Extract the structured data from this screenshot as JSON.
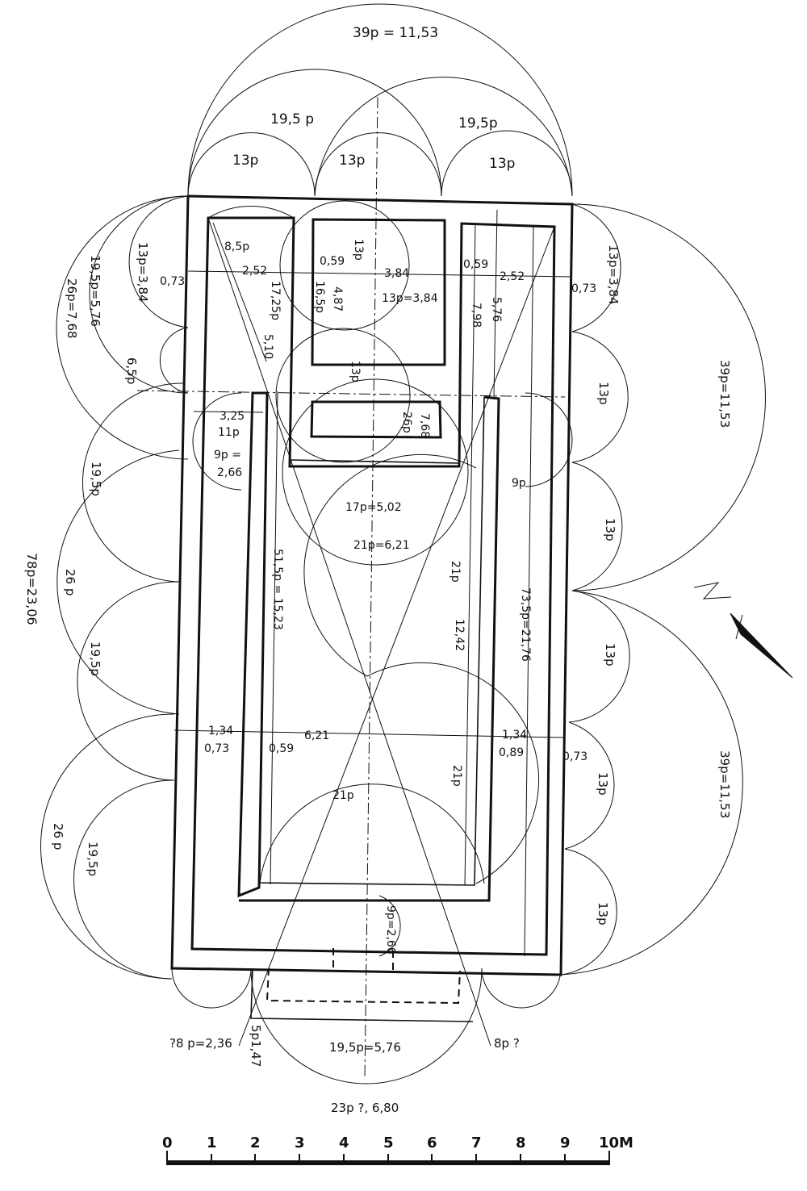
{
  "top_labels": {
    "outer_arc": "39p = 11,53",
    "left_mid_arc": "19,5 p",
    "right_mid_arc": "19,5p",
    "left_small_arc": "13p",
    "center_small_arc": "13p",
    "right_small_arc": "13p"
  },
  "left_side_labels": {
    "arc_13p": "13p=3,84",
    "arc_19_5p": "19,5p=5,76",
    "arc_26p": "26p=7,68",
    "arc_6_5p": "6,5p",
    "arc_19_5p_b": "19,5p",
    "arc_26p_b": "26 p",
    "total_length": "78p=23,06",
    "arc_19_5p_c": "19,5p",
    "arc_26p_c": "26 p",
    "arc_19_5p_d": "19,5p"
  },
  "right_side_labels": {
    "arc_13p_top": "13p=3,84",
    "arc_39p_top": "39p=11,53",
    "arc_13p_1": "13p",
    "arc_13p_2": "13p",
    "arc_13p_3": "13p",
    "arc_13p_4": "13p",
    "arc_39p_bottom": "39p=11,53",
    "arc_13p_5": "13p"
  },
  "interior_labels": {
    "arc_8_5p": "8,5p",
    "dim_2_52_left": "2,52",
    "dim_0_73_left": "0,73",
    "dim_0_59_left": "0,59",
    "dim_3_84": "3,84",
    "dim_0_59_right": "0,59",
    "dim_2_52_right": "2,52",
    "dim_0_73_right": "0,73",
    "arc_13p_room": "13p",
    "arc_13p_eq": "13p=3,84",
    "dim_17_25p": "17,25p",
    "dim_16_5p": "16,5p",
    "dim_4_87": "4,87",
    "dim_7_98": "7,98",
    "dim_5_76": "5,76",
    "dim_5_10": "5,10",
    "arc_13p_lower": "13p",
    "dim_3_25": "3,25",
    "dim_11p": "11p",
    "dim_26p": "26p",
    "dim_7_68": "7,68",
    "dim_9p_2_66": "9p =",
    "dim_2_66": "2,66",
    "arc_9p_right": "9p",
    "arc_17p": "17p=5,02",
    "arc_21p_eq": "21p=6,21",
    "dim_51_5p": "51,5p = 15,23",
    "arc_21p_right": "21p",
    "dim_12_42": "12,42",
    "dim_73_5p": "73,5p=21,76",
    "dim_1_34_left": "1,34",
    "dim_0_73_left_b": "0,73",
    "dim_0_59_left_b": "0,59",
    "dim_6_21": "6,21",
    "dim_1_34_right": "1,34",
    "dim_0_89_right": "0,89",
    "dim_0_73_right_b": "0,73",
    "arc_21p_right_b": "21p",
    "arc_21p_bottom": "21p",
    "dim_9p_2_66_b": "9p=2,66"
  },
  "bottom_labels": {
    "arc_8p_left": "?8 p=2,36",
    "dim_5p": "5p1,47",
    "arc_19_5p": "19,5p=5,76",
    "arc_8p_right": "8p ?",
    "arc_23p": "23p ?, 6,80"
  },
  "scale_bar": {
    "ticks": [
      "0",
      "1",
      "2",
      "3",
      "4",
      "5",
      "6",
      "7",
      "8",
      "9",
      "10M"
    ]
  }
}
